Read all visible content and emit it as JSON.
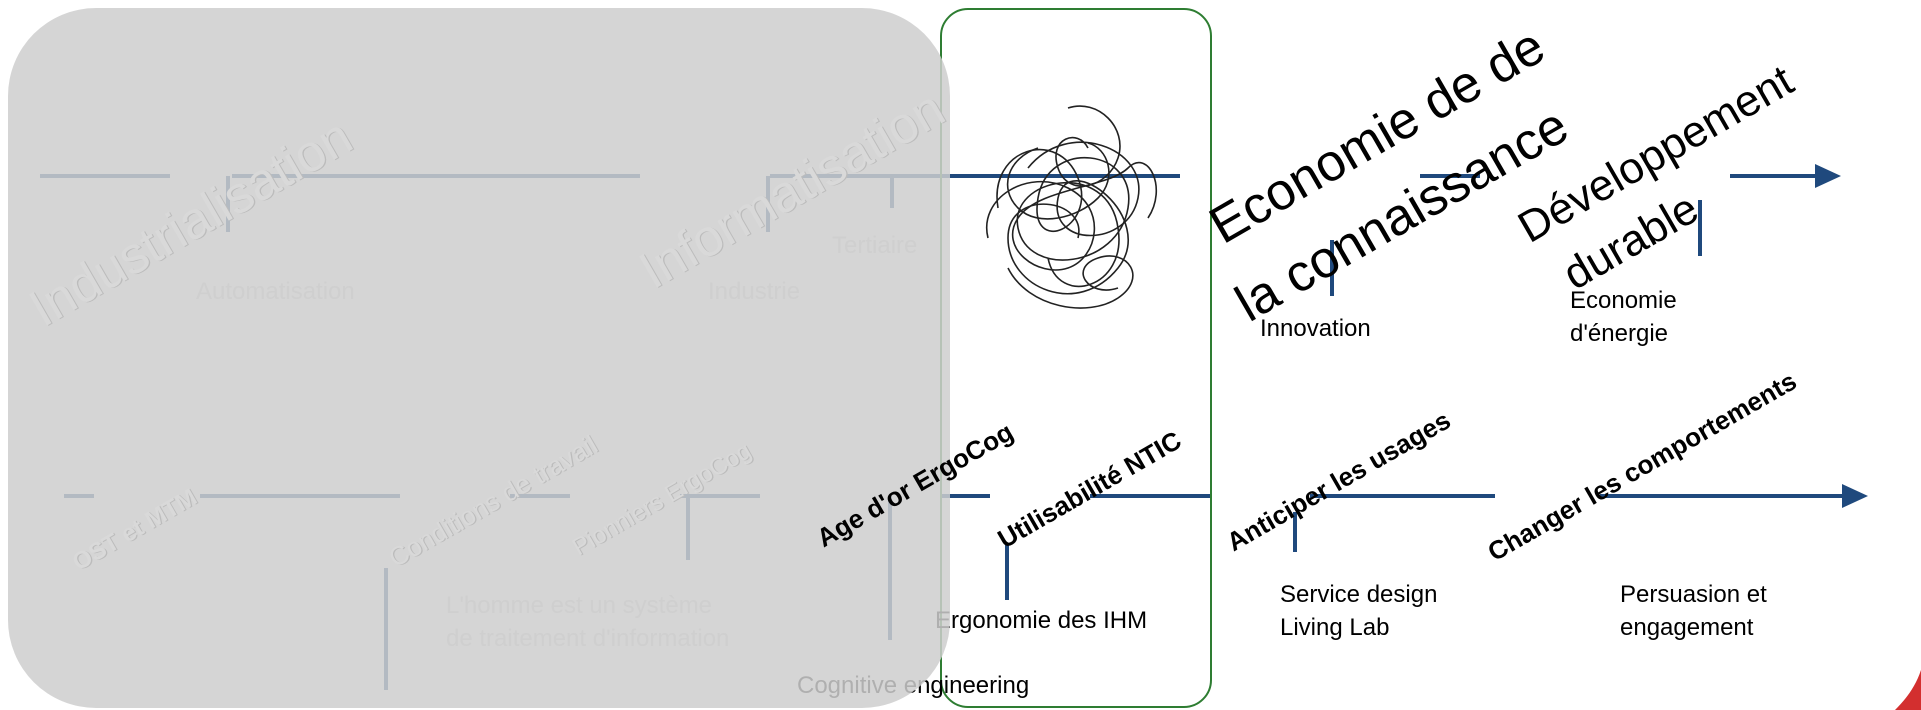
{
  "colors": {
    "arrow": "#1f497d",
    "overlay": "#cecece",
    "focus_border": "#2e7d32",
    "corner_accent": "#d32f2f"
  },
  "eras_top": {
    "industrialisation": "Industrialisation",
    "informatisation": "Informatisation",
    "economie_line1": "Economie de de",
    "economie_line2": "la  connaissance",
    "developpement_line1": "Développement",
    "developpement_line2": "durable"
  },
  "sectors_top": {
    "automatisation": "Automatisation",
    "industrie": "Industrie",
    "tertiaire": "Tertiaire",
    "innovation": "Innovation",
    "economie_energie_line1": "Economie",
    "economie_energie_line2": "d'énergie"
  },
  "eras_bottom": {
    "ost_mtm": "OST et MTM",
    "conditions_travail": "Conditions de travail",
    "pionniers": "Pionniers ErgoCog",
    "age_or": "Age d'or ErgoCog",
    "utilisabilite": "Utilisabilité NTIC",
    "anticiper": "Anticiper les usages",
    "changer": "Changer les comportements"
  },
  "practices_bottom": {
    "homme_line1": "L'homme est un système",
    "homme_line2": "de traitement d'information",
    "ergonomie_ihm": "Ergonomie des IHM",
    "cognitive_engineering": "Cognitive engineering",
    "service_design": "Service design",
    "living_lab": "Living Lab",
    "persuasion": "Persuasion et",
    "engagement": "engagement"
  },
  "icons": {
    "scribble": "tangled-scribble-icon",
    "arrow_head": "arrow-head-icon"
  }
}
